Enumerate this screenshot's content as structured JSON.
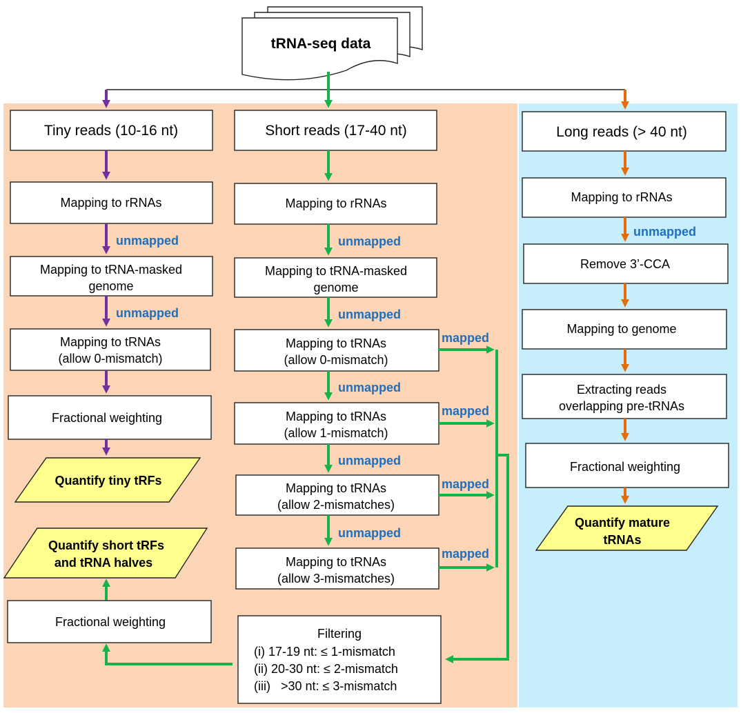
{
  "colors": {
    "left_bg": "#fbd5b5",
    "right_bg": "#c7eefb",
    "purple": "#7030a0",
    "green": "#16b24a",
    "orange": "#e46c0a",
    "label_blue": "#1f6fbf",
    "output_fill": "#ffff8e"
  },
  "input": {
    "label": "tRNA-seq data"
  },
  "labels": {
    "unmapped": "unmapped",
    "mapped": "mapped"
  },
  "tiny": {
    "header": "Tiny reads (10-16 nt)",
    "step1": "Mapping to rRNAs",
    "step2": [
      "Mapping to tRNA-masked",
      "genome"
    ],
    "step3": [
      "Mapping to tRNAs",
      "(allow 0-mismatch)"
    ],
    "step4": "Fractional weighting",
    "output": "Quantify tiny tRFs"
  },
  "short": {
    "header": "Short reads (17-40 nt)",
    "step1": "Mapping to rRNAs",
    "step2": [
      "Mapping to tRNA-masked",
      "genome"
    ],
    "step3": [
      "Mapping to tRNAs",
      "(allow 0-mismatch)"
    ],
    "step4": [
      "Mapping to tRNAs",
      "(allow 1-mismatch)"
    ],
    "step5": [
      "Mapping to tRNAs",
      "(allow 2-mismatches)"
    ],
    "step6": [
      "Mapping to tRNAs",
      "(allow 3-mismatches)"
    ],
    "filter": [
      "Filtering",
      "(i) 17-19 nt: ≤ 1-mismatch",
      "(ii) 20-30 nt: ≤ 2-mismatch",
      "(iii)   >30 nt: ≤ 3-mismatch"
    ],
    "weighting": "Fractional weighting",
    "output": [
      "Quantify short tRFs",
      "and tRNA halves"
    ]
  },
  "long": {
    "header": "Long reads (> 40 nt)",
    "step1": "Mapping to rRNAs",
    "step2": "Remove 3’-CCA",
    "step3": "Mapping to genome",
    "step4": [
      "Extracting reads",
      "overlapping pre-tRNAs"
    ],
    "step5": "Fractional weighting",
    "output": [
      "Quantify mature",
      "tRNAs"
    ]
  }
}
